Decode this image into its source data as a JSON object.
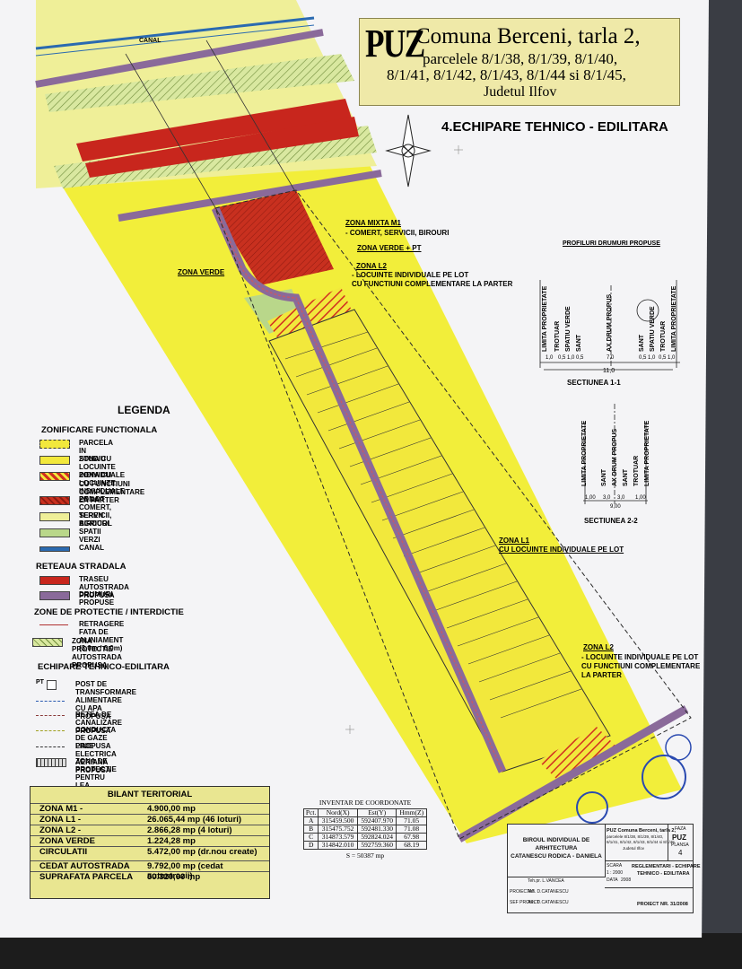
{
  "header": {
    "puz": "PUZ",
    "line1": "Comuna Berceni, tarla 2,",
    "line2": "parcelele 8/1/38, 8/1/39, 8/1/40,",
    "line3": "8/1/41, 8/1/42, 8/1/43, 8/1/44 si 8/1/45,",
    "line4": "Judetul Ilfov"
  },
  "subtitle": "4.ECHIPARE TEHNICO - EDILITARA",
  "map_labels": {
    "canal": "CANAL",
    "zona_m1": "ZONA MIXTA M1",
    "zona_m1_sub": "- COMERT, SERVICII, BIROURI",
    "zona_verde_pt": "ZONA VERDE + PT",
    "zona_l2": "ZONA L2",
    "zona_l2_sub1": "- LOCUINTE INDIVIDUALE PE LOT",
    "zona_l2_sub2": "CU FUNCTIUNI COMPLEMENTARE LA PARTER",
    "zona_verde": "ZONA VERDE",
    "zona_l1": "ZONA L1",
    "zona_l1_sub": "CU LOCUINTE INDIVIDUALE PE LOT",
    "zona_l2b": "ZONA L2",
    "zona_l2b_sub1": "- LOCUINTE INDIVIDUALE PE LOT",
    "zona_l2b_sub2": "CU FUNCTIUNI COMPLEMENTARE",
    "zona_l2b_sub3": "LA PARTER"
  },
  "profiles": {
    "title": "PROFILURI DRUMURI PROPUSE",
    "s1_labels": [
      "LIMITA PROPRIETATE",
      "TROTUAR",
      "SPATIU VERDE",
      "SANT",
      "AX DRUM PROPUS",
      "SANT",
      "SPATIU VERDE",
      "TROTUAR",
      "LIMITA PROPRIETATE"
    ],
    "s1_dims": [
      "1,0",
      "0,5",
      "1,0",
      "0,5",
      "7,0",
      "0,5",
      "1,0",
      "0,5",
      "1,0"
    ],
    "s1_total": "11,0",
    "s1_name": "SECTIUNEA 1-1",
    "s2_labels": [
      "LIMITA PROPRIETATE",
      "SANT",
      "AX DRUM PROPUS",
      "SANT",
      "TROTUAR",
      "LIMITA PROPRIETATE"
    ],
    "s2_dims": [
      "1,00",
      "3,0",
      "3,0",
      "1,00"
    ],
    "s2_total": "9,00",
    "s2_name": "SECTIUNEA 2-2"
  },
  "legend": {
    "title": "LEGENDA",
    "h1": "ZONIFICARE FUNCTIONALA",
    "zoning": [
      "PARCELA IN STUDIU",
      "ZONA CU LOCUINTE INDIVIDUALE",
      "ZONA CU LOCUINTE INDIVIDUALE PE LOT",
      "CU FUNCTIUNI COMPLEMENTARE LA PARTER",
      "ZONA COMERT, SERVICII, BIROURI",
      "TEREN AGRICOL",
      "SPATII VERZI",
      "CANAL"
    ],
    "h2": "RETEAUA STRADALA",
    "roads": [
      "TRASEU AUTOSTRADA PROPUSA",
      "DRUMURI PROPUSE"
    ],
    "h3": "ZONE DE PROTECTIE / INTERDICTIE",
    "protect": [
      "RETRAGERE FATA DE ALINIAMENT (3,0m / 6,0m)",
      "ZONA PROTECTIE AUTOSTRADA PROPUSA"
    ],
    "h4": "ECHIPARE TEHNICO-EDILITARA",
    "pt_code": "PT",
    "utilities": [
      "POST DE TRANSFORMARE",
      "ALIMENTARE CU APA PROPUSA",
      "RETEA DE CANALIZARE PROPUSA",
      "CONDUCTA DE GAZE PROPUSA",
      "LINIE ELECTRICA AERIANA PROPUSA",
      "ZONA DE PROTECTIE PENTRU LEA"
    ]
  },
  "bilant": {
    "title": "BILANT TERITORIAL",
    "rows": [
      {
        "k": "ZONA M1 -",
        "v": "4.900,00 mp"
      },
      {
        "k": "ZONA L1 -",
        "v": "26.065,44 mp (46 loturi)"
      },
      {
        "k": "ZONA L2 -",
        "v": "2.866,28 mp (4 loturi)"
      },
      {
        "k": "ZONA VERDE",
        "v": "1.224,28 mp"
      },
      {
        "k": "CIRCULATII",
        "v": "5.472,00 mp (dr.nou create)"
      },
      {
        "k": "CEDAT AUTOSTRADA",
        "v": "9.792,00 mp (cedat autostrazii)"
      },
      {
        "k": "SUPRAFATA PARCELA",
        "v": "50.320,00 mp"
      }
    ]
  },
  "inventar": {
    "title": "INVENTAR DE COORDONATE",
    "headers": [
      "Pct.",
      "Nord(X)",
      "Est(Y)",
      "Hmm(Z)"
    ],
    "rows": [
      [
        "A",
        "315459.500",
        "592407.970",
        "71.05"
      ],
      [
        "B",
        "315475.752",
        "592481.330",
        "71.08"
      ],
      [
        "C",
        "314873.579",
        "592824.024",
        "67.98"
      ],
      [
        "D",
        "314842.010",
        "592759.360",
        "68.19"
      ]
    ],
    "total": "S = 50387 mp"
  },
  "cartouche": {
    "office1": "BIROUL INDIVIDUAL DE",
    "office2": "ARHITECTURA",
    "office3": "CATANESCU RODICA - DANIELA",
    "proj1": "PUZ Comuna Berceni, tarla 2,",
    "proj2": "parcelele 8/1/38, 8/1/39, 8/1/40,",
    "proj3": "8/1/41, 8/1/42, 8/1/43, 8/1/44 si 8/1/45,",
    "proj4": "Judetul Ilfov",
    "faza": "FAZA",
    "faza_v": "PUZ",
    "plansa": "PLANSA",
    "plansa_v": "4",
    "plan1": "REGLEMENTARI - ECHIPARE",
    "plan2": "TEHNICO - EDILITARA",
    "proiect": "PROIECT NR. 31/2008",
    "r1a": "Teh.pr. L.VANCEA",
    "r2a": "PROIECTAT",
    "r2b": "Arh. D.CATANESCU",
    "r3a": "SEF PROIECT",
    "r3b": "Arh. D.CATANESCU",
    "scara": "SCARA",
    "scara_v": "1 : 2000",
    "data": "DATA",
    "data_v": "2008"
  },
  "colors": {
    "yellow": "#f2f23a",
    "agri": "#f0f0a4",
    "red": "#c8261d",
    "purple": "#8a6a9a",
    "green": "#b9d78a",
    "canal": "#2a6ab0"
  }
}
